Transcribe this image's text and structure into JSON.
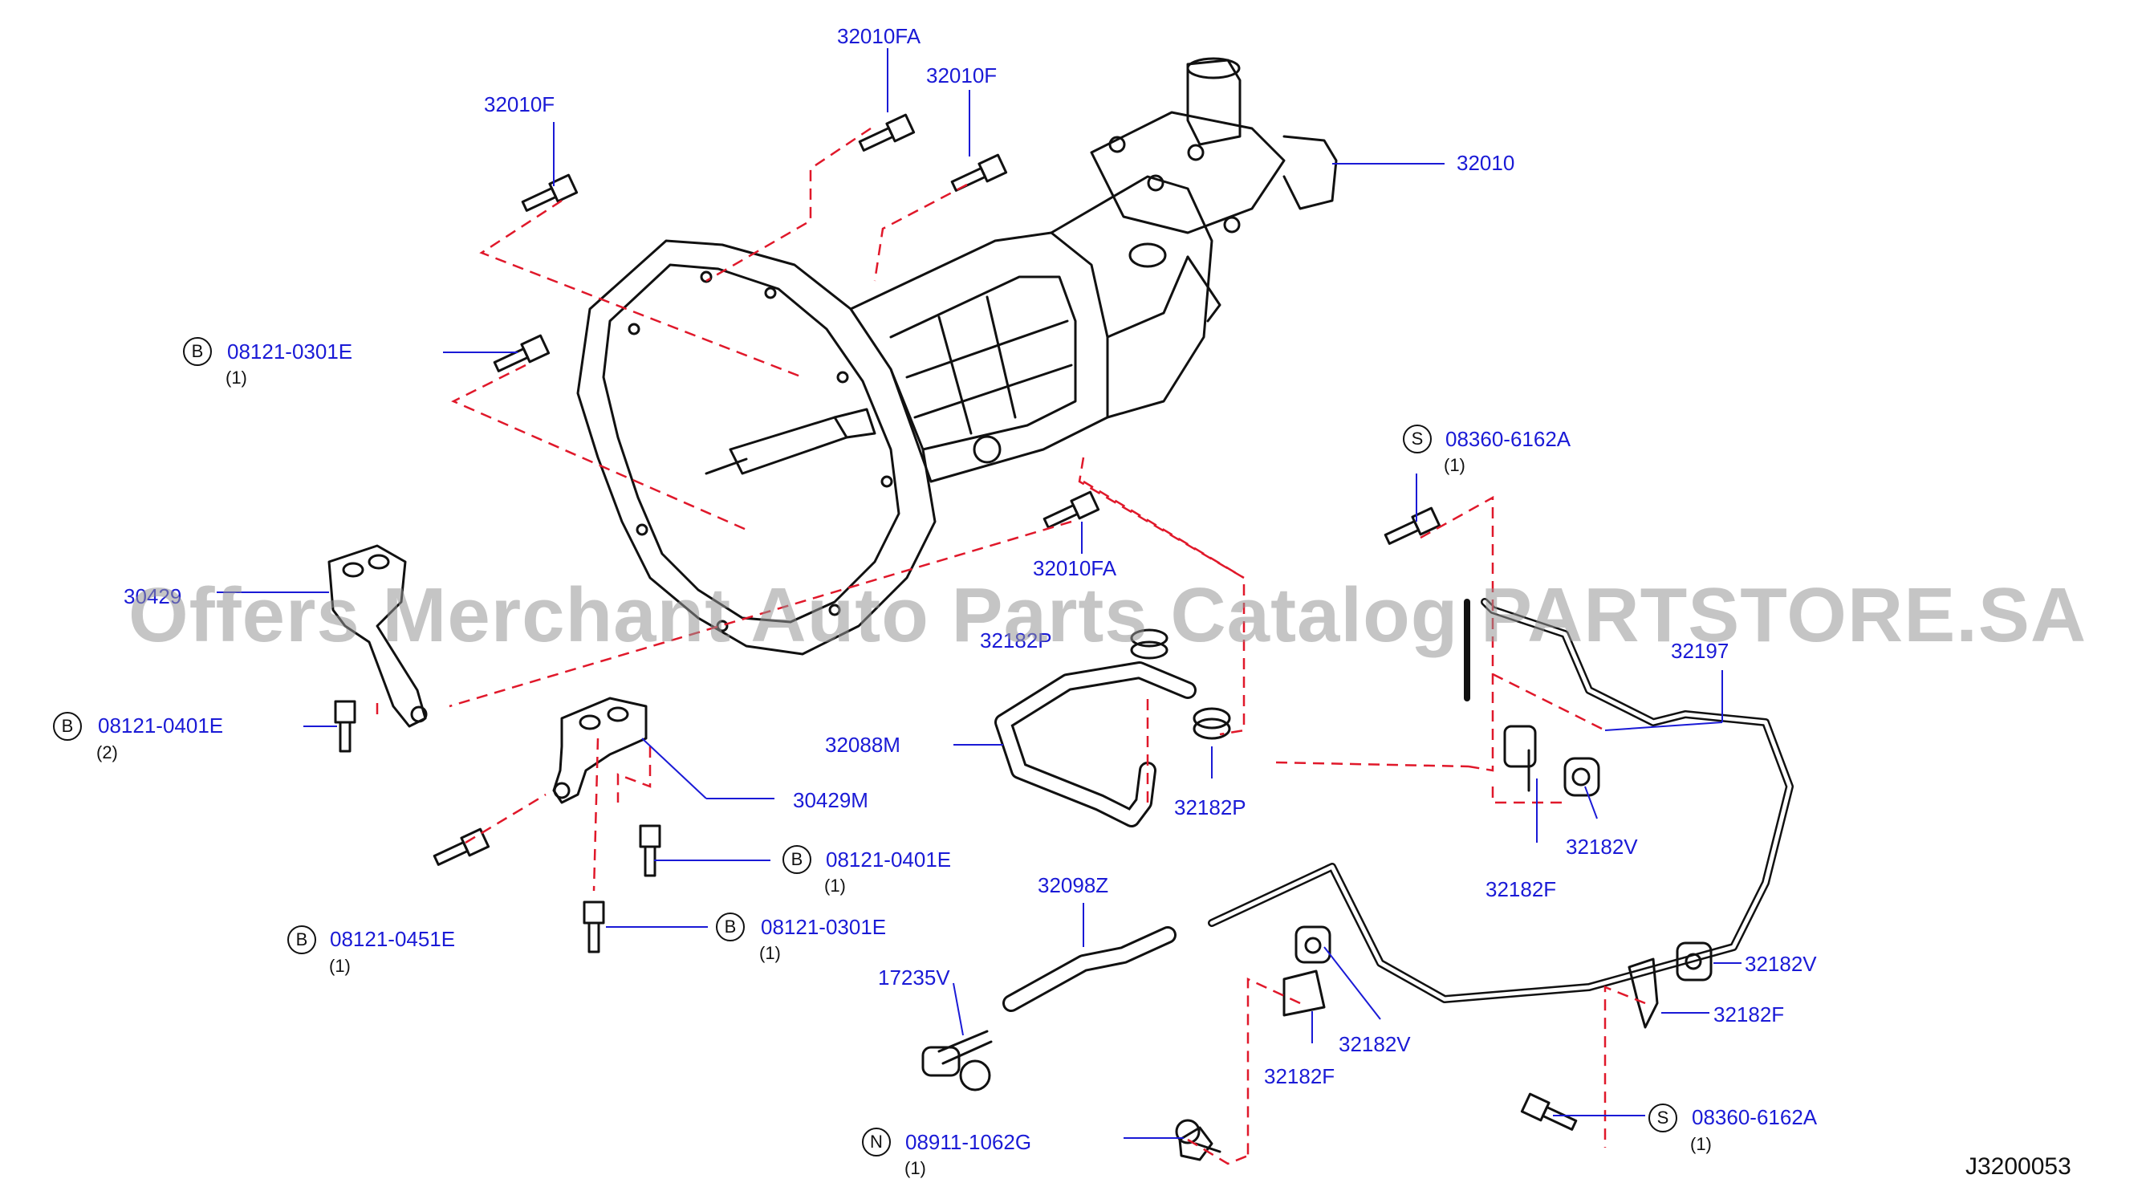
{
  "colors": {
    "part_label": "#1a1ad6",
    "leader": "#1a1ad6",
    "dash": "#e0182a",
    "outline": "#111111"
  },
  "diagram_code": "J3200053",
  "watermark": "Offers Merchant Auto Parts Catalog PARTSTORE.SA",
  "labels": {
    "p32010FA_top": "32010FA",
    "p32010F_top": "32010F",
    "p32010F_left": "32010F",
    "p32010": "32010",
    "b_08121_0301E_top": "08121-0301E",
    "s_08360_6162A_top": "08360-6162A",
    "p32010FA_mid": "32010FA",
    "p30429_left": "30429",
    "p32182P_top": "32182P",
    "p32197": "32197",
    "b_08121_0401E_left": "08121-0401E",
    "p32088M": "32088M",
    "p32182P_mid": "32182P",
    "p30429M": "30429M",
    "p32182V_right": "32182V",
    "b_08121_0401E_mid": "08121-0401E",
    "p32182F_mid": "32182F",
    "p32098Z": "32098Z",
    "b_08121_0451E": "08121-0451E",
    "b_08121_0301E_mid": "08121-0301E",
    "p17235V": "17235V",
    "p32182V_bottom_right": "32182V",
    "p32182F_bottom_right": "32182F",
    "p32182V_bottom_mid": "32182V",
    "p32182F_bottom_mid": "32182F",
    "n_08911_1062G": "08911-1062G",
    "s_08360_6162A_bottom": "08360-6162A"
  },
  "badges": {
    "b": "B",
    "s": "S",
    "n": "N"
  },
  "quantities": {
    "q1": "(1)",
    "q2": "(2)"
  }
}
